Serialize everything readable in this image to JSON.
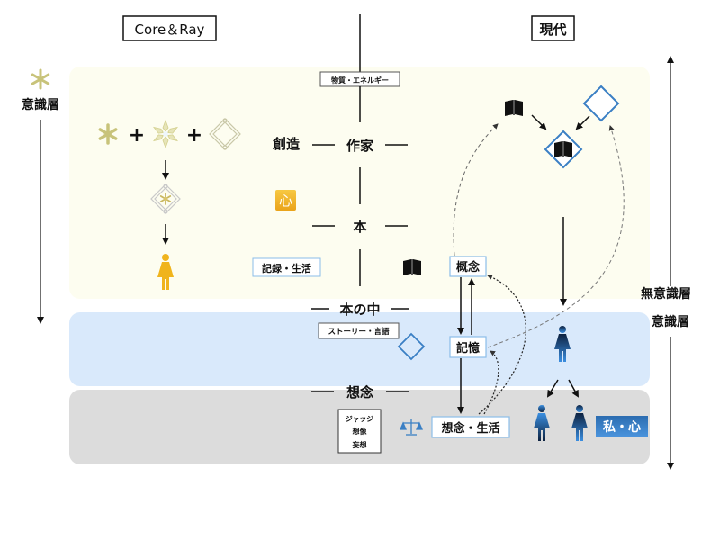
{
  "headers": {
    "left": "Core＆Ray",
    "right": "現代"
  },
  "left_axis": {
    "label": "意識層",
    "direction": "down"
  },
  "right_axis": {
    "label_upper": "無意識層",
    "label_lower": "意識層",
    "direction": "both"
  },
  "center_axis": {
    "top_tag": "物質・エネルギー",
    "creation_label": "創造",
    "author_label": "作家",
    "book_label": "本",
    "inside_book_label": "本の中",
    "thought_label": "想念"
  },
  "left_panel": {
    "formula_plus": "+",
    "heart_badge": "心",
    "record_tag": "記録・生活"
  },
  "blue_zone": {
    "story_tag": "ストーリー・言語"
  },
  "gray_zone": {
    "judge_box": [
      "ジャッジ",
      "想像",
      "妄想"
    ],
    "thought_life_box": "想念・生活",
    "self_heart_badge": "私・心"
  },
  "flow_boxes": {
    "concept": "概念",
    "memory": "記憶"
  },
  "colors": {
    "yellow_zone": "#fdfdf0",
    "blue_zone": "#d9e9fb",
    "gray_zone": "#dcdcdc",
    "accent_blue": "#3a7fc4",
    "gold": "#f0b41c",
    "olive_star": "#c8c37a"
  }
}
